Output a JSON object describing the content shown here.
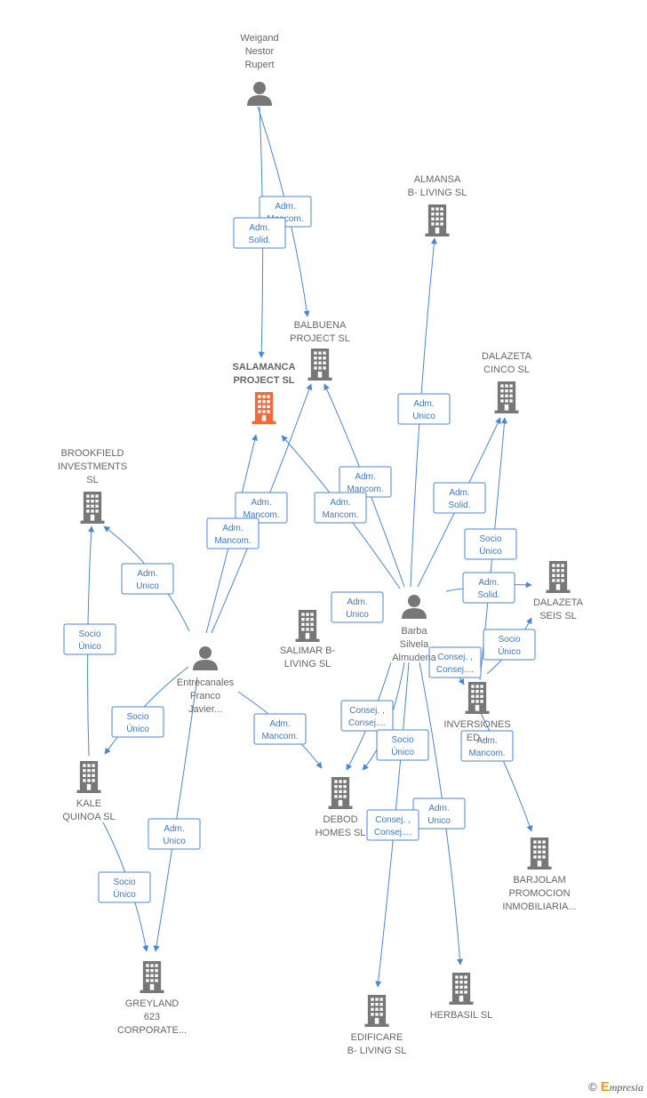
{
  "colors": {
    "edge": "#4a86d4",
    "edge_text": "#3d78c9",
    "node": "#777777",
    "node_main": "#f26a3c",
    "label": "#666666"
  },
  "nodes": [
    {
      "id": "weigand",
      "type": "person",
      "label": [
        "Weigand",
        "Nestor",
        "Rupert"
      ]
    },
    {
      "id": "almansa",
      "type": "company",
      "label": [
        "ALMANSA",
        "B- LIVING SL"
      ]
    },
    {
      "id": "balbuena",
      "type": "company",
      "label": [
        "BALBUENA",
        "PROJECT SL"
      ]
    },
    {
      "id": "salamanca",
      "type": "company",
      "main": true,
      "label": [
        "SALAMANCA",
        "PROJECT SL"
      ]
    },
    {
      "id": "dalazeta_cinco",
      "type": "company",
      "label": [
        "DALAZETA",
        "CINCO SL"
      ]
    },
    {
      "id": "brookfield",
      "type": "company",
      "label": [
        "BROOKFIELD",
        "INVESTMENTS",
        "SL"
      ]
    },
    {
      "id": "dalazeta_seis",
      "type": "company",
      "label": [
        "DALAZETA",
        "SEIS SL"
      ]
    },
    {
      "id": "barba",
      "type": "person",
      "label": [
        "Barba",
        "Silvela",
        "Almudena"
      ]
    },
    {
      "id": "salimar",
      "type": "company",
      "label": [
        "SALIMAR B-",
        "LIVING SL"
      ]
    },
    {
      "id": "entrecanales",
      "type": "person",
      "label": [
        "Entrecanales",
        "Franco",
        "Javier..."
      ]
    },
    {
      "id": "inversiones",
      "type": "company",
      "label": [
        "INVERSIONES",
        "ED...",
        ""
      ]
    },
    {
      "id": "kale",
      "type": "company",
      "label": [
        "KALE",
        "QUINOA SL"
      ]
    },
    {
      "id": "debod",
      "type": "company",
      "label": [
        "DEBOD",
        "HOMES SL"
      ]
    },
    {
      "id": "barjolam",
      "type": "company",
      "label": [
        "BARJOLAM",
        "PROMOCION",
        "INMOBILIARIA..."
      ]
    },
    {
      "id": "greyland",
      "type": "company",
      "label": [
        "GREYLAND",
        "623",
        "CORPORATE..."
      ]
    },
    {
      "id": "edificare",
      "type": "company",
      "label": [
        "EDIFICARE",
        "B- LIVING SL"
      ]
    },
    {
      "id": "herbasil",
      "type": "company",
      "label": [
        "HERBASIL SL"
      ]
    }
  ],
  "edges": [
    {
      "id": "e1",
      "label": [
        "Adm.",
        "Mancom."
      ]
    },
    {
      "id": "e2",
      "label": [
        "Adm.",
        "Solid."
      ]
    },
    {
      "id": "e3",
      "label": [
        "Adm.",
        "Unico"
      ]
    },
    {
      "id": "e4",
      "label": [
        "Adm.",
        "Mancom."
      ]
    },
    {
      "id": "e5",
      "label": [
        "Adm.",
        "Solid."
      ]
    },
    {
      "id": "e6",
      "label": [
        "Adm.",
        "Mancom."
      ]
    },
    {
      "id": "e7",
      "label": [
        "Adm.",
        "Mancom."
      ]
    },
    {
      "id": "e8",
      "label": [
        "Socio",
        "Único"
      ]
    },
    {
      "id": "e9",
      "label": [
        "Adm.",
        "Mancom."
      ]
    },
    {
      "id": "e10",
      "label": [
        "Adm.",
        "Unico"
      ]
    },
    {
      "id": "e11",
      "label": [
        "Adm.",
        "Solid."
      ]
    },
    {
      "id": "e12",
      "label": [
        "Adm.",
        "Unico"
      ]
    },
    {
      "id": "e13",
      "label": [
        "Socio",
        "Único"
      ]
    },
    {
      "id": "e14",
      "label": [
        "Socio",
        "Único"
      ]
    },
    {
      "id": "e15",
      "label": [
        "Consej. ,",
        "Consej...."
      ]
    },
    {
      "id": "e16",
      "label": [
        "Socio",
        "Único"
      ]
    },
    {
      "id": "e17",
      "label": [
        "Adm.",
        "Mancom."
      ]
    },
    {
      "id": "e18",
      "label": [
        "Consej. ,",
        "Consej...."
      ]
    },
    {
      "id": "e19",
      "label": [
        "Adm.",
        "Mancom."
      ]
    },
    {
      "id": "e20",
      "label": [
        "Socio",
        "Único"
      ]
    },
    {
      "id": "e21",
      "label": [
        "Adm.",
        "Unico"
      ]
    },
    {
      "id": "e22",
      "label": [
        "Consej. ,",
        "Consej...."
      ]
    },
    {
      "id": "e23",
      "label": [
        "Adm.",
        "Unico"
      ]
    },
    {
      "id": "e24",
      "label": [
        "Socio",
        "Único"
      ]
    }
  ],
  "footer": {
    "copyright": "©",
    "brand_initial": "E",
    "brand_rest": "mpresia"
  }
}
